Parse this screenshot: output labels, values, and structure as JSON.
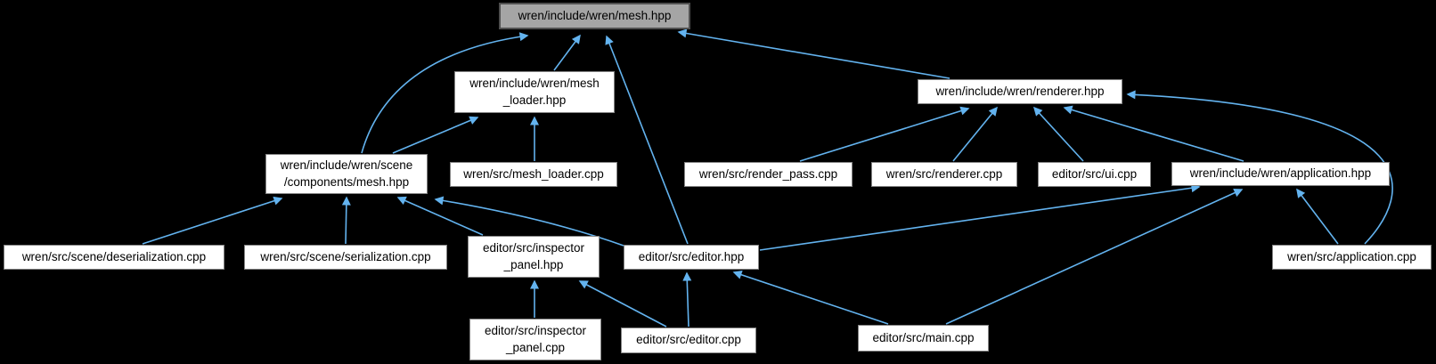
{
  "graph": {
    "type": "include-dependency-graph",
    "background_color": "#000000",
    "edge_color": "#63b3ef",
    "node_style": {
      "bg": "#ffffff",
      "border": "#848484",
      "text": "#000000"
    },
    "root_style": {
      "bg": "#a5a5a5",
      "border": "#4f4f4f",
      "text": "#000000"
    },
    "nodes": {
      "mesh_hpp": {
        "label": "wren/include/wren/mesh.hpp",
        "role": "root"
      },
      "mesh_loader_hpp": {
        "label": "wren/include/wren/mesh\n_loader.hpp"
      },
      "renderer_hpp": {
        "label": "wren/include/wren/renderer.hpp"
      },
      "scene_mesh_hpp": {
        "label": "wren/include/wren/scene\n/components/mesh.hpp"
      },
      "mesh_loader_cpp": {
        "label": "wren/src/mesh_loader.cpp"
      },
      "render_pass_cpp": {
        "label": "wren/src/render_pass.cpp"
      },
      "renderer_cpp": {
        "label": "wren/src/renderer.cpp"
      },
      "ui_cpp": {
        "label": "editor/src/ui.cpp"
      },
      "application_hpp": {
        "label": "wren/include/wren/application.hpp"
      },
      "deserialization_cpp": {
        "label": "wren/src/scene/deserialization.cpp"
      },
      "serialization_cpp": {
        "label": "wren/src/scene/serialization.cpp"
      },
      "inspector_panel_hpp": {
        "label": "editor/src/inspector\n_panel.hpp"
      },
      "editor_hpp": {
        "label": "editor/src/editor.hpp"
      },
      "application_cpp": {
        "label": "wren/src/application.cpp"
      },
      "inspector_panel_cpp": {
        "label": "editor/src/inspector\n_panel.cpp"
      },
      "editor_cpp": {
        "label": "editor/src/editor.cpp"
      },
      "main_cpp": {
        "label": "editor/src/main.cpp"
      }
    },
    "edges": [
      {
        "from": "mesh_loader_hpp",
        "to": "mesh_hpp"
      },
      {
        "from": "scene_mesh_hpp",
        "to": "mesh_hpp"
      },
      {
        "from": "editor_hpp",
        "to": "mesh_hpp"
      },
      {
        "from": "renderer_hpp",
        "to": "mesh_hpp"
      },
      {
        "from": "scene_mesh_hpp",
        "to": "mesh_loader_hpp"
      },
      {
        "from": "mesh_loader_cpp",
        "to": "mesh_loader_hpp"
      },
      {
        "from": "deserialization_cpp",
        "to": "scene_mesh_hpp"
      },
      {
        "from": "serialization_cpp",
        "to": "scene_mesh_hpp"
      },
      {
        "from": "inspector_panel_hpp",
        "to": "scene_mesh_hpp"
      },
      {
        "from": "editor_hpp",
        "to": "scene_mesh_hpp"
      },
      {
        "from": "render_pass_cpp",
        "to": "renderer_hpp"
      },
      {
        "from": "renderer_cpp",
        "to": "renderer_hpp"
      },
      {
        "from": "ui_cpp",
        "to": "renderer_hpp"
      },
      {
        "from": "application_hpp",
        "to": "renderer_hpp"
      },
      {
        "from": "application_cpp",
        "to": "renderer_hpp"
      },
      {
        "from": "editor_hpp",
        "to": "application_hpp"
      },
      {
        "from": "main_cpp",
        "to": "application_hpp"
      },
      {
        "from": "application_cpp",
        "to": "application_hpp"
      },
      {
        "from": "inspector_panel_cpp",
        "to": "inspector_panel_hpp"
      },
      {
        "from": "editor_cpp",
        "to": "inspector_panel_hpp"
      },
      {
        "from": "editor_cpp",
        "to": "editor_hpp"
      },
      {
        "from": "main_cpp",
        "to": "editor_hpp"
      }
    ]
  }
}
